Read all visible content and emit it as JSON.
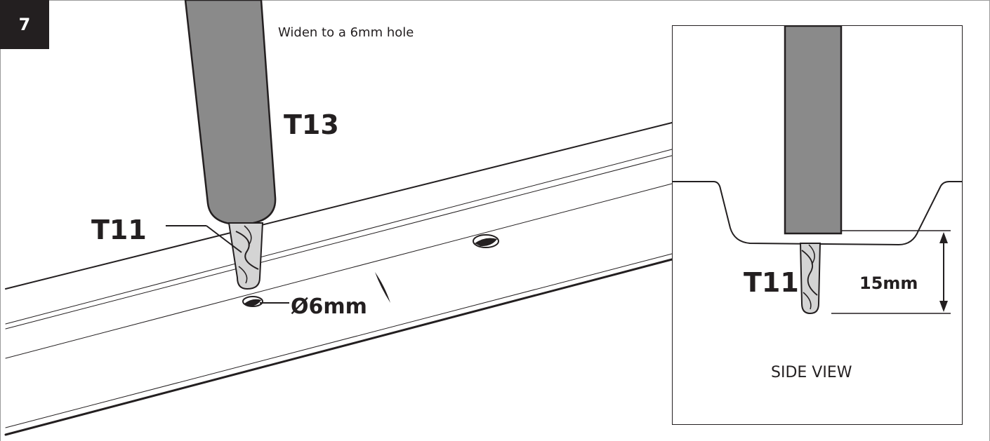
{
  "step": {
    "number": "7",
    "instruction": "Widen to a 6mm hole"
  },
  "main_view": {
    "tool_label": "T13",
    "bit_label": "T11",
    "hole_label": "Ø6mm"
  },
  "side_view": {
    "bit_label": "T11",
    "depth_label": "15mm",
    "caption": "SIDE VIEW"
  },
  "colors": {
    "ink": "#231f20",
    "tool_body": "#8a8a8a",
    "bit": "#d4d4d4"
  }
}
